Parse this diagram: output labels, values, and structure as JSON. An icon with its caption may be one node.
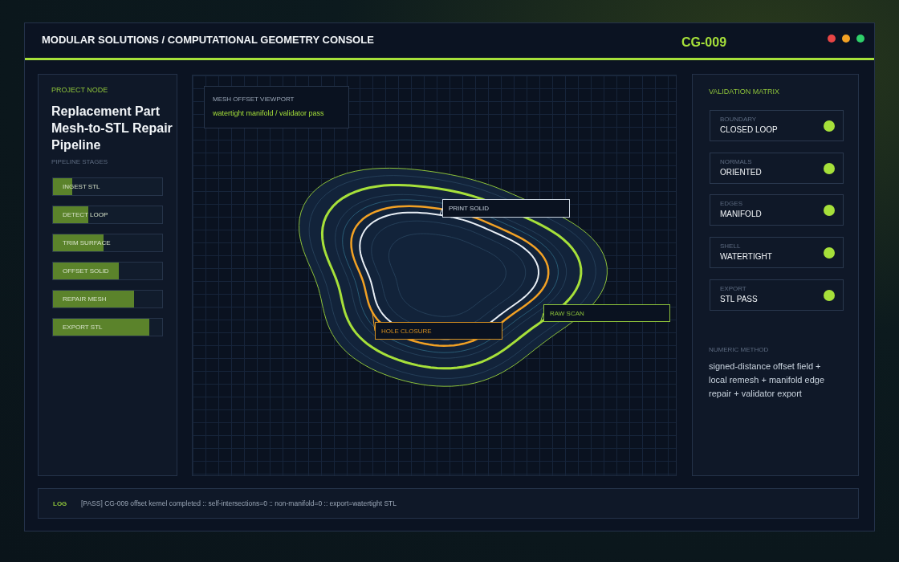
{
  "diagram": {
    "title": "MODULAR SOLUTIONS / COMPUTATIONAL GEOMETRY CONSOLE",
    "nodes": [
      {
        "text": [
          "PROJECT NODE",
          "Replacement Part Mesh-to-STL Repair Pipeline",
          "PIPELINE STAGES"
        ]
      },
      {
        "text": [
          "INGEST STL"
        ],
        "in": 0
      },
      {
        "text": [
          "DETECT LOOP"
        ],
        "in": 0
      },
      {
        "text": [
          "TRIM SURFACE"
        ],
        "in": 0
      },
      {
        "text": [
          "OFFSET SOLID"
        ],
        "in": 0
      },
      {
        "text": [
          "REPAIR MESH"
        ],
        "in": 0
      },
      {
        "text": [
          "EXPORT STL"
        ],
        "in": 0
      },
      {
        "text": [],
        "shape": "box"
      },
      {
        "text": [
          "MESH OFFSET VIEWPORT",
          "watertight manifold / validator pass"
        ],
        "in": 7
      },
      {
        "text": [
          "PRINT SOLID"
        ],
        "in": 7
      },
      {
        "text": [
          "RAW SCAN"
        ],
        "in": 7
      },
      {
        "text": [
          "HOLE CLOSURE"
        ],
        "in": 7
      },
      {
        "text": [
          "VALIDATION MATRIX"
        ]
      },
      {
        "text": [
          "BOUNDARY",
          "CLOSED LOOP"
        ],
        "in": 12
      },
      {
        "text": [
          "NORMALS",
          "ORIENTED"
        ],
        "in": 12
      },
      {
        "text": [
          "EDGES",
          "MANIFOLD"
        ],
        "in": 12
      },
      {
        "text": [
          "SHELL",
          "WATERTIGHT"
        ],
        "in": 12
      },
      {
        "text": [
          "EXPORT",
          "STL PASS"
        ],
        "in": 12
      },
      {
        "text": [
          "LOG",
          "[PASS] CG-009 offset kernel completed :: self-intersections=0 :: non-manifold=0 :: export=watertight STL"
        ]
      }
    ],
    "edges": [
      {
        "from": 9,
        "to": null,
        "arrow": "none",
        "color": "#e8eef5"
      },
      {
        "from": 10,
        "to": null,
        "arrow": "none",
        "color": "#a6e03a"
      },
      {
        "from": 11,
        "to": null,
        "arrow": "none",
        "color": "#f2a124"
      }
    ],
    "labels": [
      "CG-009",
      "NUMERIC METHOD",
      "signed-distance offset field + local remesh + manifold edge repair + validator export"
    ]
  }
}
